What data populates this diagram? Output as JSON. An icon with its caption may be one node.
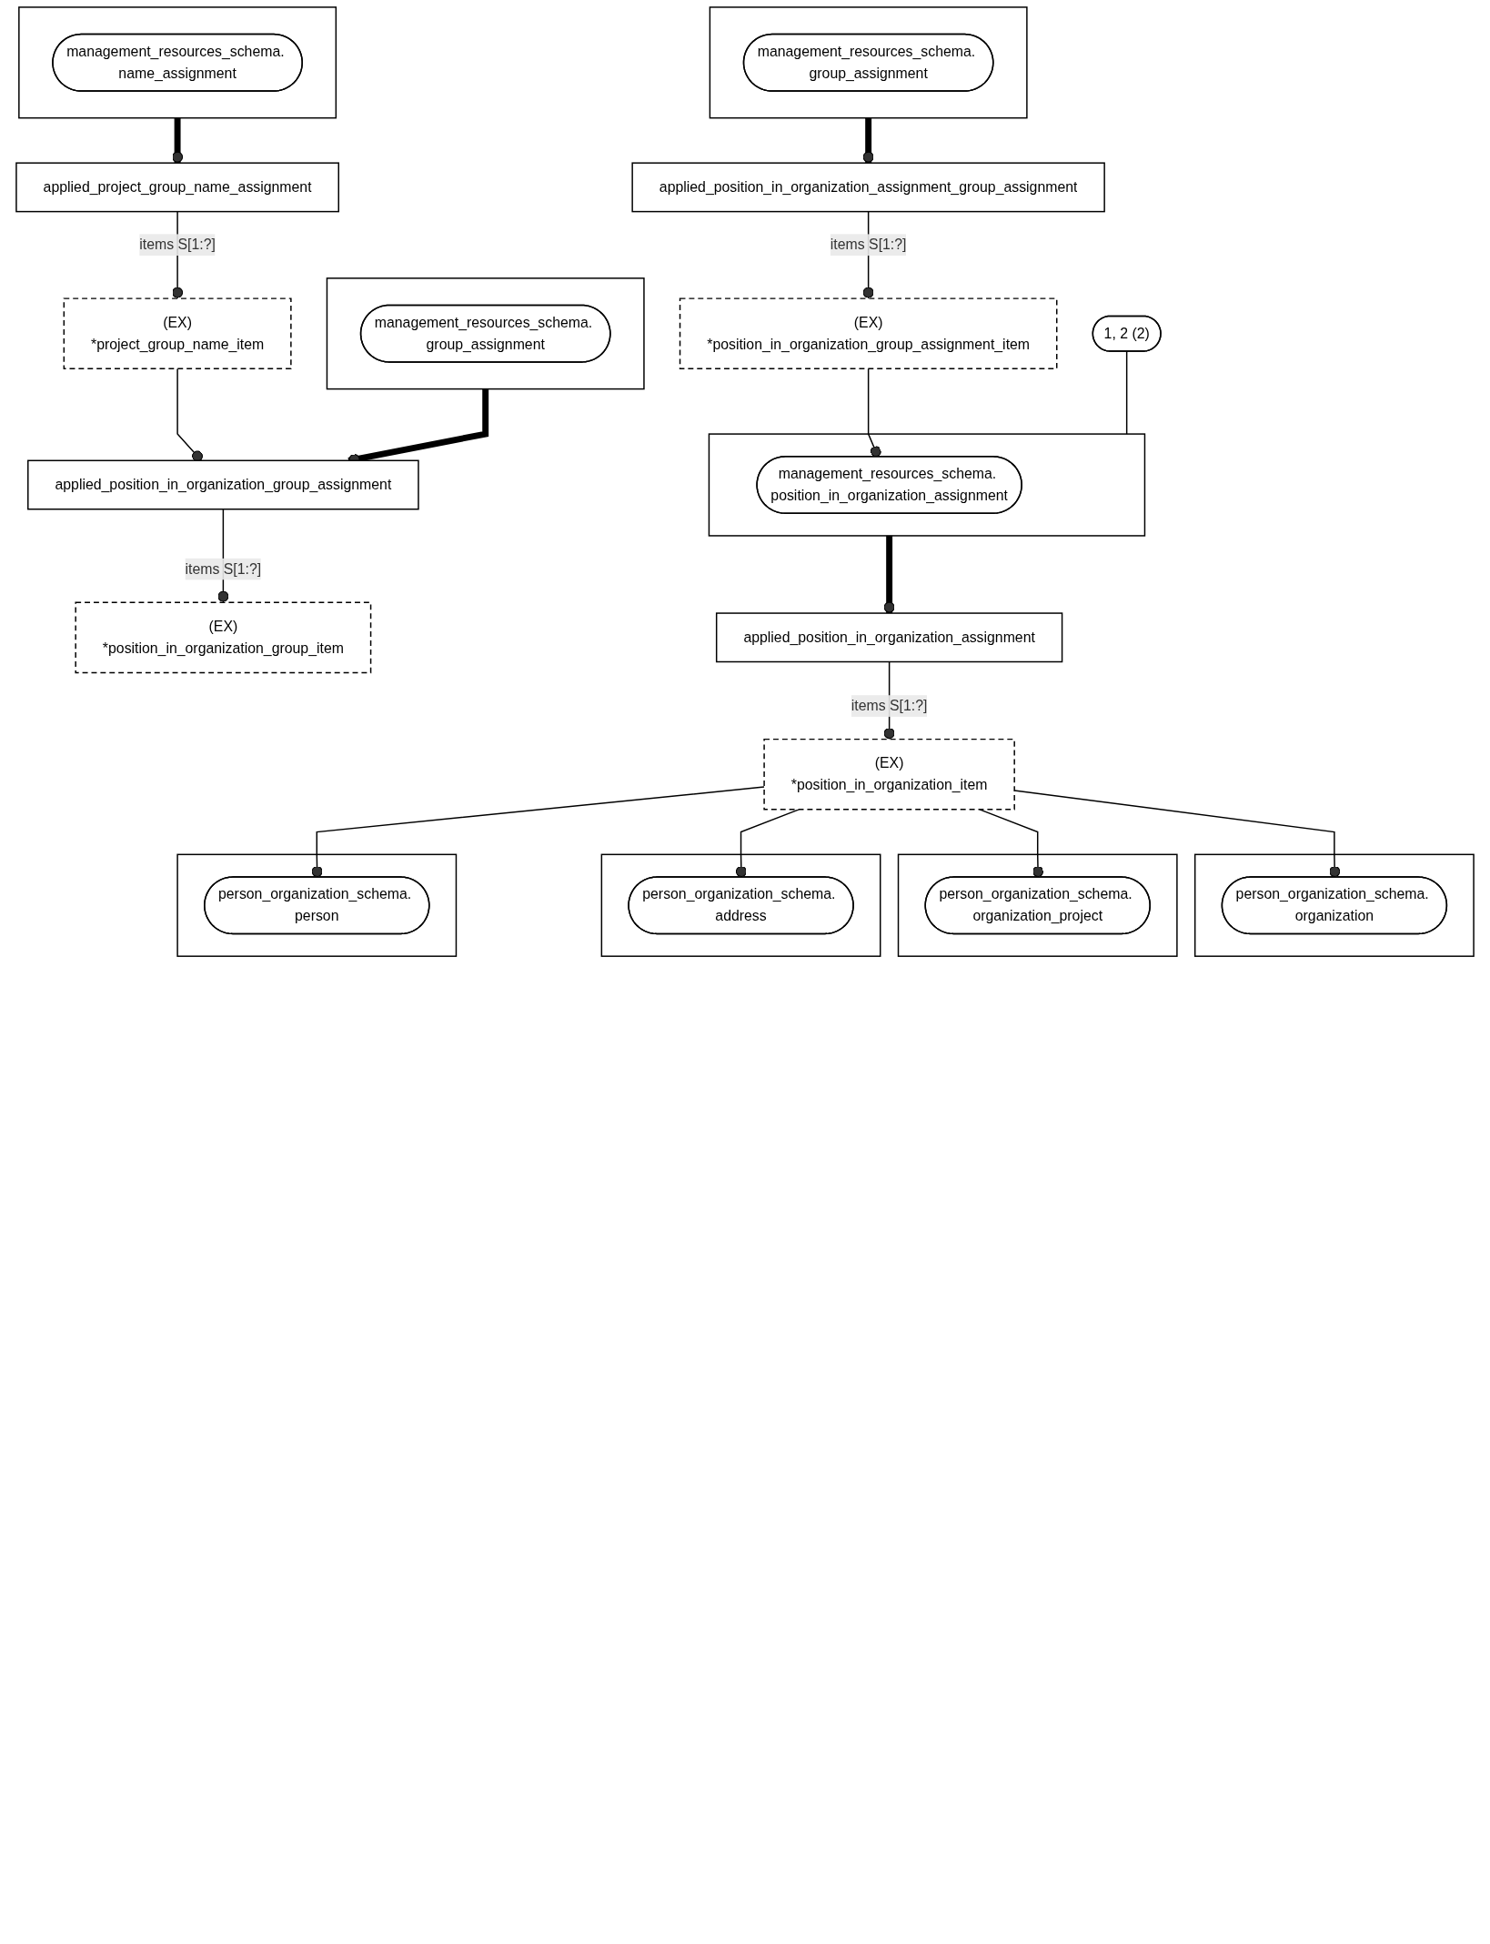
{
  "diagram": {
    "nodes": [
      {
        "text": [],
        "shape": "box"
      },
      {
        "text": [
          "management_resources_schema. name_assignment"
        ],
        "in": 0
      },
      {
        "text": [],
        "shape": "box"
      },
      {
        "text": [
          "management_resources_schema. group_assignment"
        ],
        "in": 2
      },
      {
        "text": [
          "applied_project_group_name_assignment"
        ]
      },
      {
        "text": [
          "applied_position_in_organization_group_assignment"
        ]
      },
      {
        "text": [
          "(EX)",
          "*project_group_name_item"
        ]
      },
      {
        "text": [
          "(EX)",
          "*position_in_organization_group_item"
        ]
      },
      {
        "text": [
          "1, 2 (2)"
        ]
      },
      {
        "text": [],
        "shape": "box"
      },
      {
        "text": [
          "management_resources_schema. position_in_organization_assignment"
        ],
        "in": 9
      },
      {
        "text": [
          "(EX)",
          "*position_in_organization_group_assignment_item"
        ]
      },
      {
        "text": [
          "applied_position_in_organization_assignment"
        ]
      },
      {
        "text": [
          "applied_position_in_organization_assignment_group_assignment"
        ]
      },
      {
        "text": [
          "(EX)",
          "*position_in_organization_item"
        ]
      },
      {
        "text": [],
        "shape": "box"
      },
      {
        "text": [
          "management_resources_schema. group_assignment"
        ],
        "in": 15
      },
      {
        "text": [],
        "shape": "box"
      },
      {
        "text": [
          "person_organization_schema. organization"
        ],
        "in": 17
      },
      {
        "text": [],
        "shape": "box"
      },
      {
        "text": [
          "person_organization_schema. organization_project"
        ],
        "in": 19
      },
      {
        "text": [],
        "shape": "box"
      },
      {
        "text": [
          "person_organization_schema. address"
        ],
        "in": 21
      },
      {
        "text": [],
        "shape": "box"
      },
      {
        "text": [
          "person_organization_schema. person"
        ],
        "in": 23
      }
    ],
    "edges": [
      {
        "from": 0,
        "to": 4,
        "arrow": "other",
        "style": "thick"
      },
      {
        "from": 2,
        "to": 5,
        "arrow": "other",
        "style": "thick"
      },
      {
        "from": 4,
        "to": 6,
        "arrow": "other",
        "label": "items S[1:?]"
      },
      {
        "from": 6,
        "to": 5,
        "arrow": "other"
      },
      {
        "from": 5,
        "to": 7,
        "arrow": "other",
        "label": "items S[1:?]"
      },
      {
        "from": 8,
        "to": 9,
        "arrow": "none"
      },
      {
        "from": 9,
        "to": 12,
        "arrow": "other",
        "style": "thick"
      },
      {
        "from": 11,
        "to": 10,
        "arrow": "other"
      },
      {
        "from": 13,
        "to": 11,
        "arrow": "other",
        "label": "items S[1:?]"
      },
      {
        "from": 15,
        "to": 13,
        "arrow": "other",
        "style": "thick"
      },
      {
        "from": 12,
        "to": 14,
        "arrow": "other",
        "label": "items S[1:?]"
      },
      {
        "from": 14,
        "to": 18,
        "arrow": "other"
      },
      {
        "from": 14,
        "to": 20,
        "arrow": "other"
      },
      {
        "from": 14,
        "to": 22,
        "arrow": "other"
      },
      {
        "from": 14,
        "to": 24,
        "arrow": "other"
      }
    ]
  }
}
